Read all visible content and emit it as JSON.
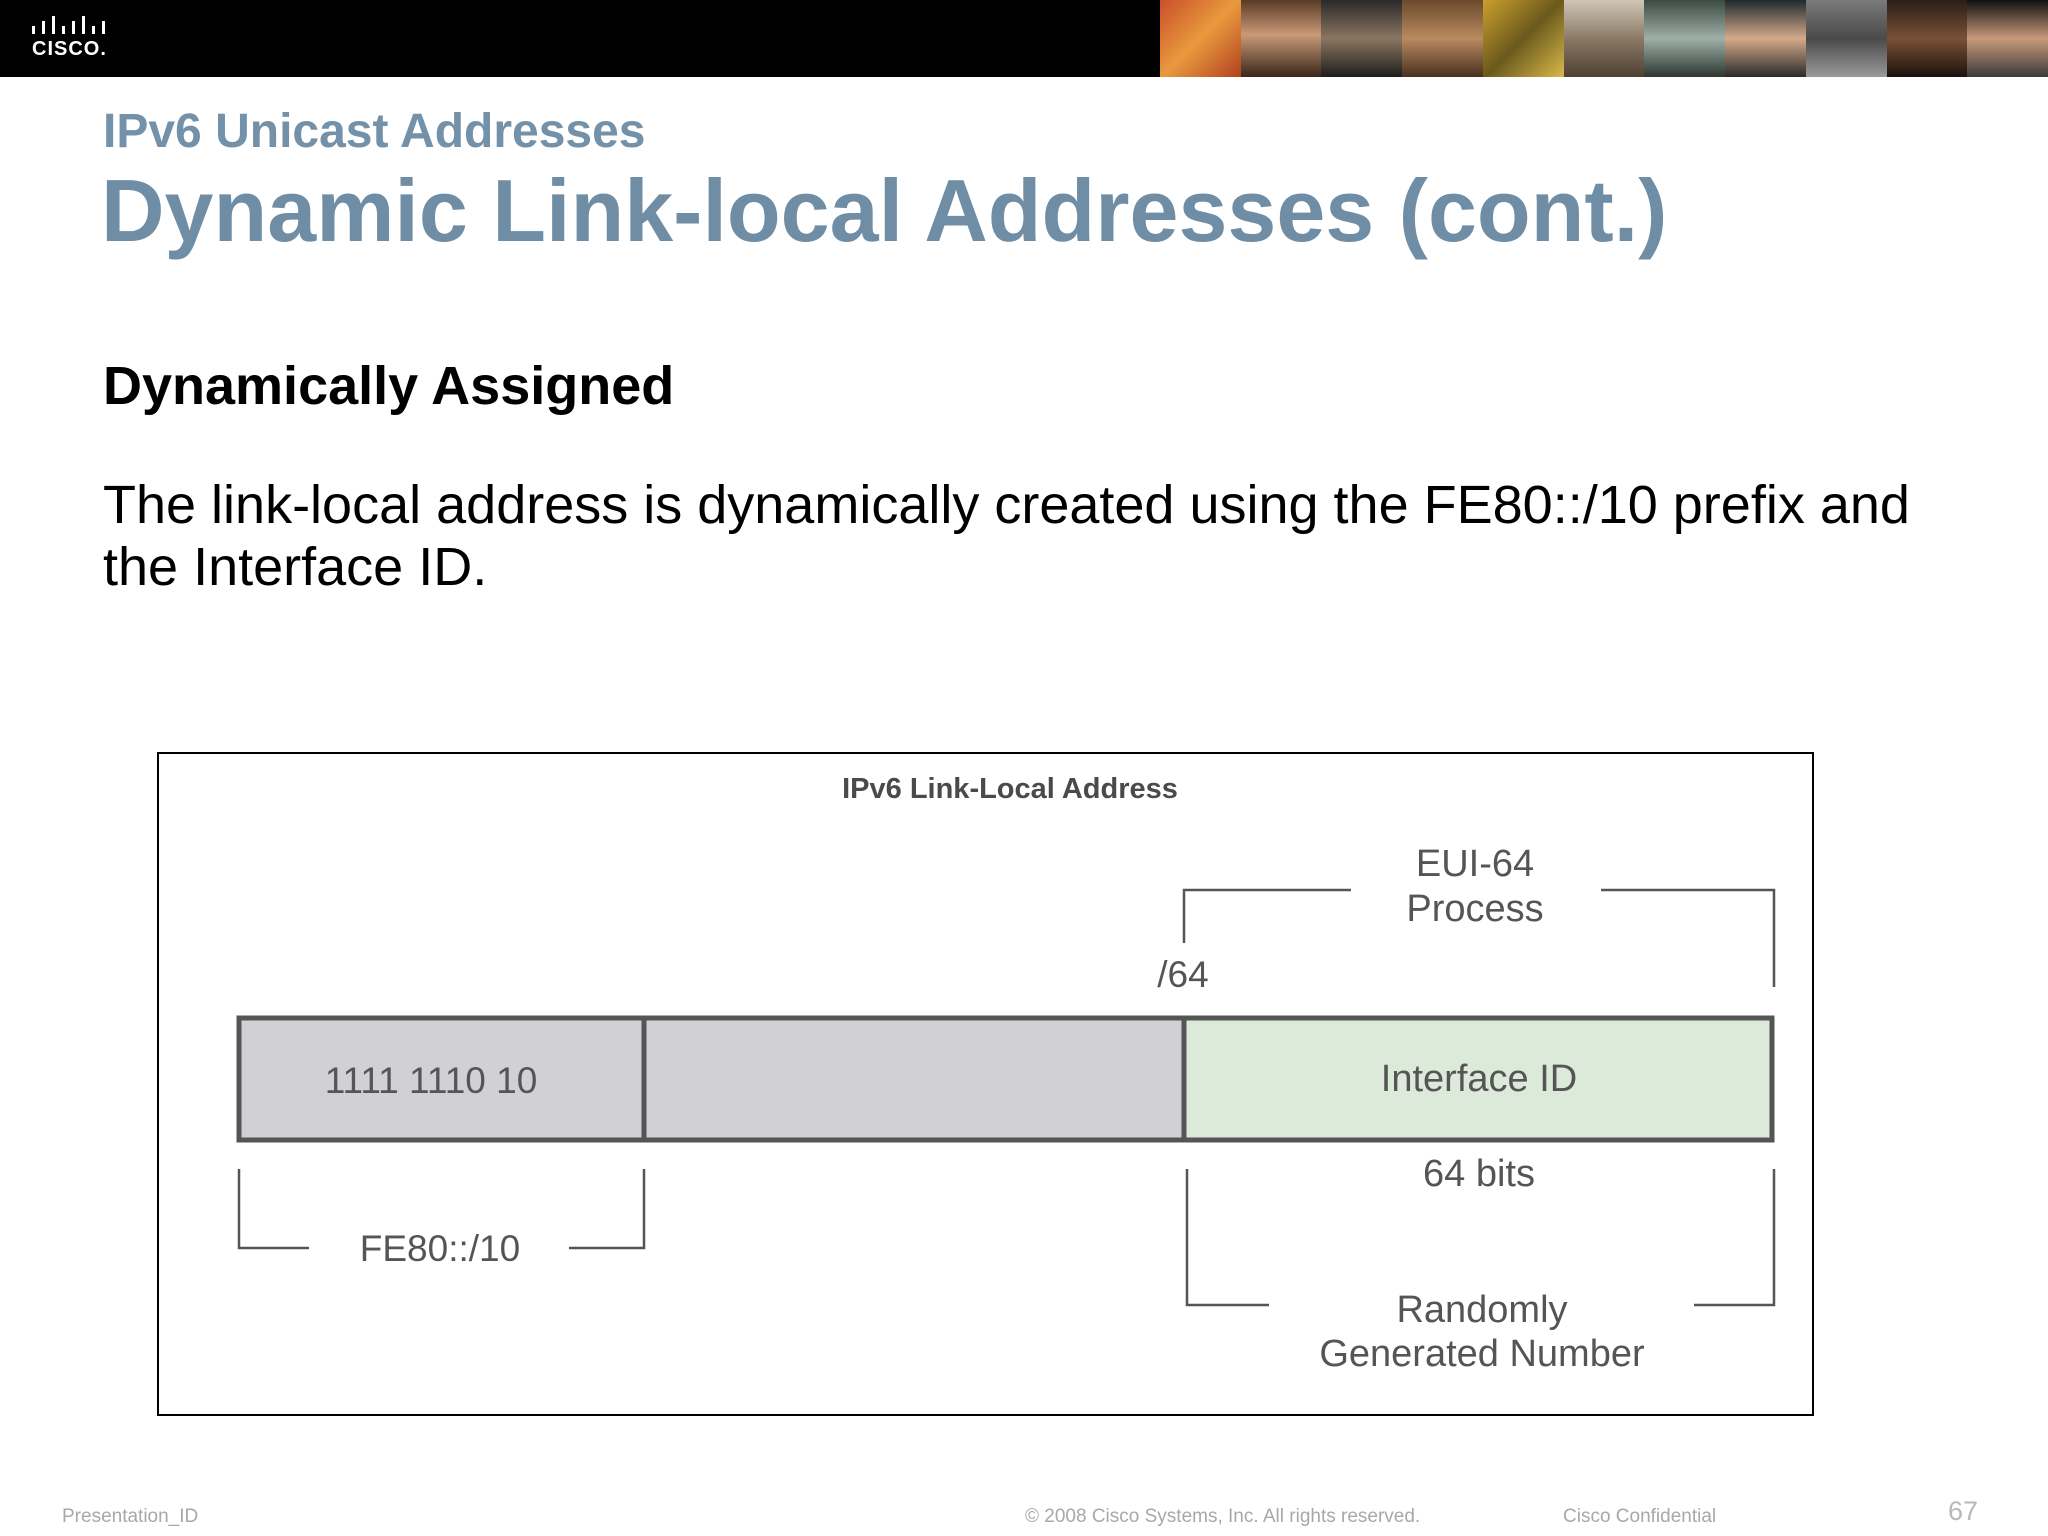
{
  "header": {
    "logo_text": "CISCO."
  },
  "slide": {
    "subtitle": "IPv6 Unicast Addresses",
    "title": "Dynamic Link-local Addresses (cont.)",
    "heading": "Dynamically Assigned",
    "body": "The link-local address is dynamically created using the FE80::/10 prefix and the Interface ID."
  },
  "diagram": {
    "title": "IPv6 Link-Local Address",
    "prefix_bits": "1111 1110 10",
    "prefix_label": "FE80::/10",
    "boundary_label": "/64",
    "interface_id": "Interface ID",
    "interface_bits": "64 bits",
    "eui_line1": "EUI-64",
    "eui_line2": "Process",
    "random_line1": "Randomly",
    "random_line2": "Generated Number",
    "colors": {
      "prefix_fill": "#d1d0d5",
      "interface_fill": "#dcebd9",
      "border": "#555555"
    }
  },
  "footer": {
    "left": "Presentation_ID",
    "copyright": "© 2008 Cisco Systems, Inc. All rights reserved.",
    "confidential": "Cisco Confidential",
    "page": "67"
  }
}
